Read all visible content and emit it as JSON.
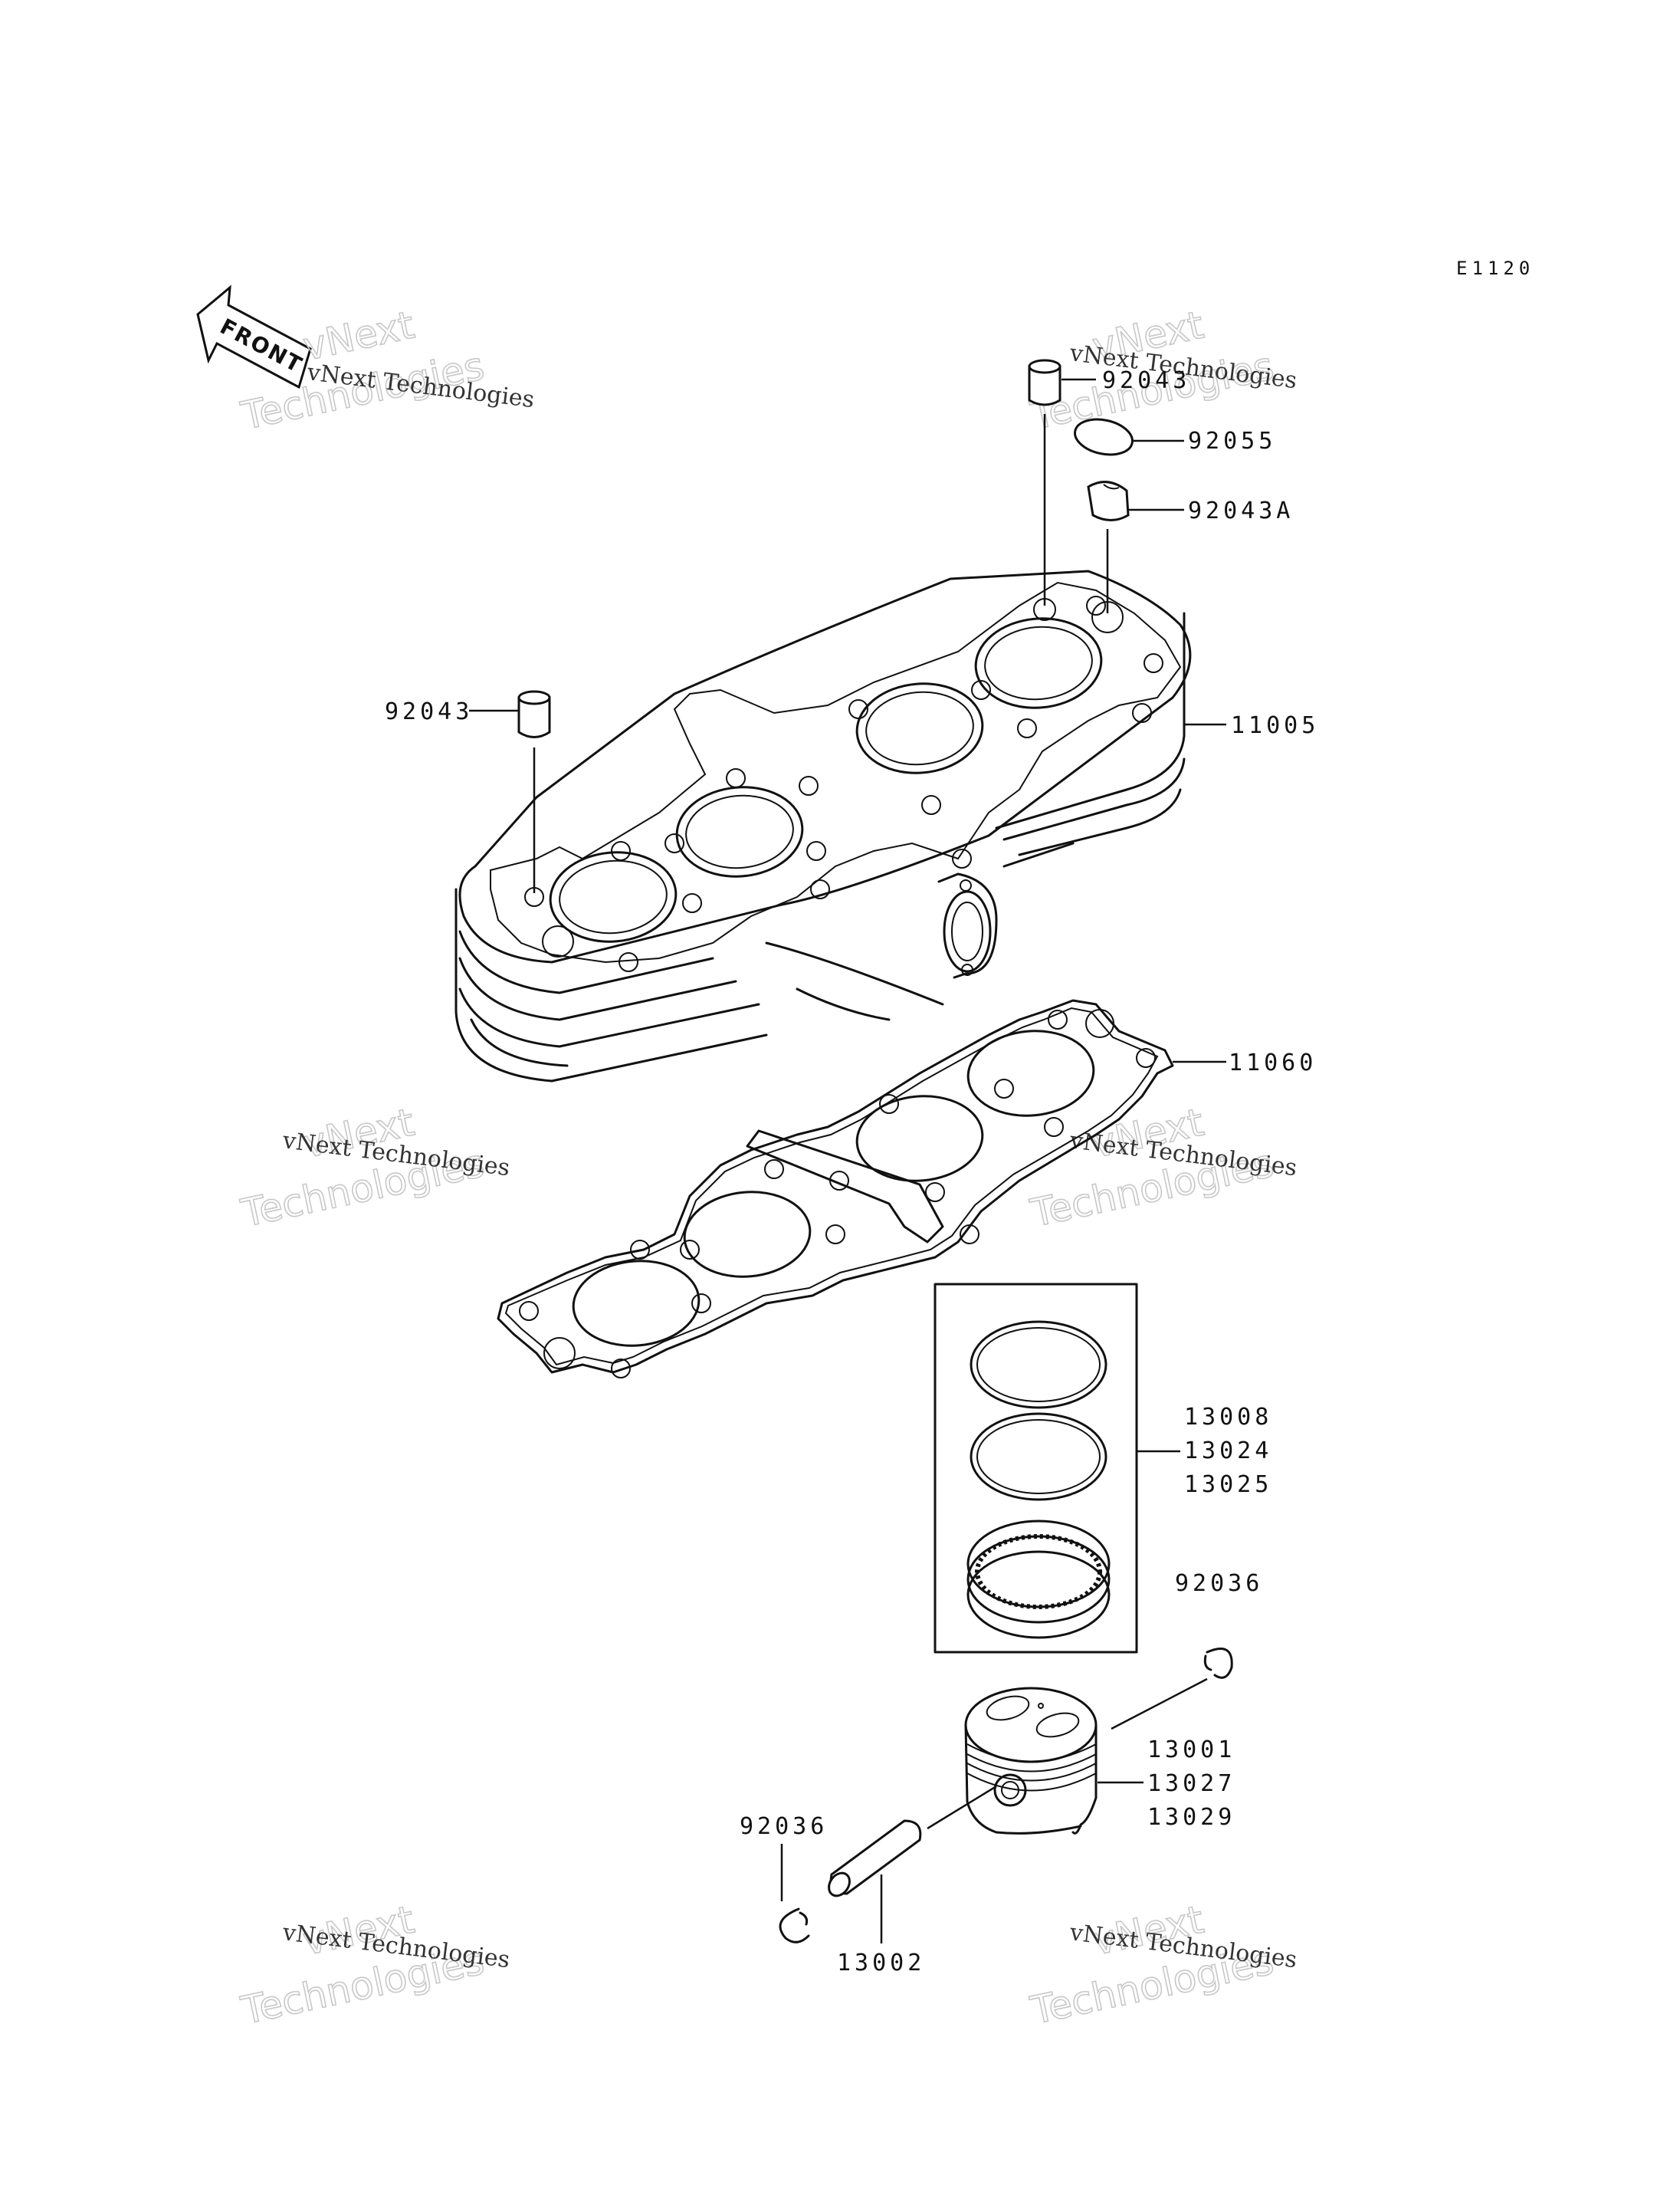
{
  "diagram_code": "E1120",
  "front_indicator": "FRONT",
  "watermark": {
    "line_small": "vNext Technologies",
    "word_big_1": "vNext",
    "word_big_2": "Technologies"
  },
  "parts": {
    "p92043_top": "92043",
    "p92055": "92055",
    "p92043A": "92043A",
    "p92043_left": "92043",
    "p11005": "11005",
    "p11060": "11060",
    "p13008": "13008",
    "p13024": "13024",
    "p13025": "13025",
    "p92036_right": "92036",
    "p13001": "13001",
    "p13027": "13027",
    "p13029": "13029",
    "p92036_left": "92036",
    "p13002": "13002"
  },
  "colors": {
    "ink": "#111111",
    "background": "#ffffff",
    "watermark": "#c8c8c8"
  }
}
